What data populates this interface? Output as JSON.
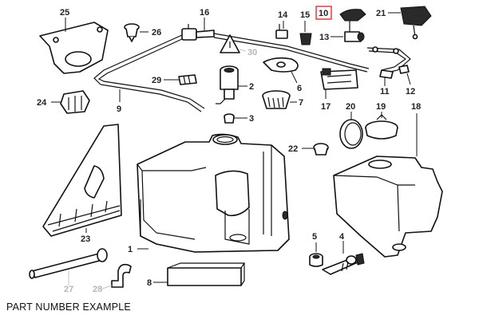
{
  "caption": "PART NUMBER EXAMPLE",
  "highlighted_part": "10",
  "colors": {
    "highlight": "#e02020",
    "line": "#111111",
    "faded": "#b5b5b5"
  },
  "labels": {
    "p1": "1",
    "p2": "2",
    "p3": "3",
    "p4": "4",
    "p5": "5",
    "p6": "6",
    "p7": "7",
    "p8": "8",
    "p9": "9",
    "p10": "10",
    "p11": "11",
    "p12": "12",
    "p13": "13",
    "p14": "14",
    "p15": "15",
    "p16": "16",
    "p17": "17",
    "p18": "18",
    "p19": "19",
    "p20": "20",
    "p21": "21",
    "p22": "22",
    "p23": "23",
    "p24": "24",
    "p25": "25",
    "p26": "26",
    "p27": "27",
    "p28": "28",
    "p29": "29",
    "p30": "30"
  }
}
